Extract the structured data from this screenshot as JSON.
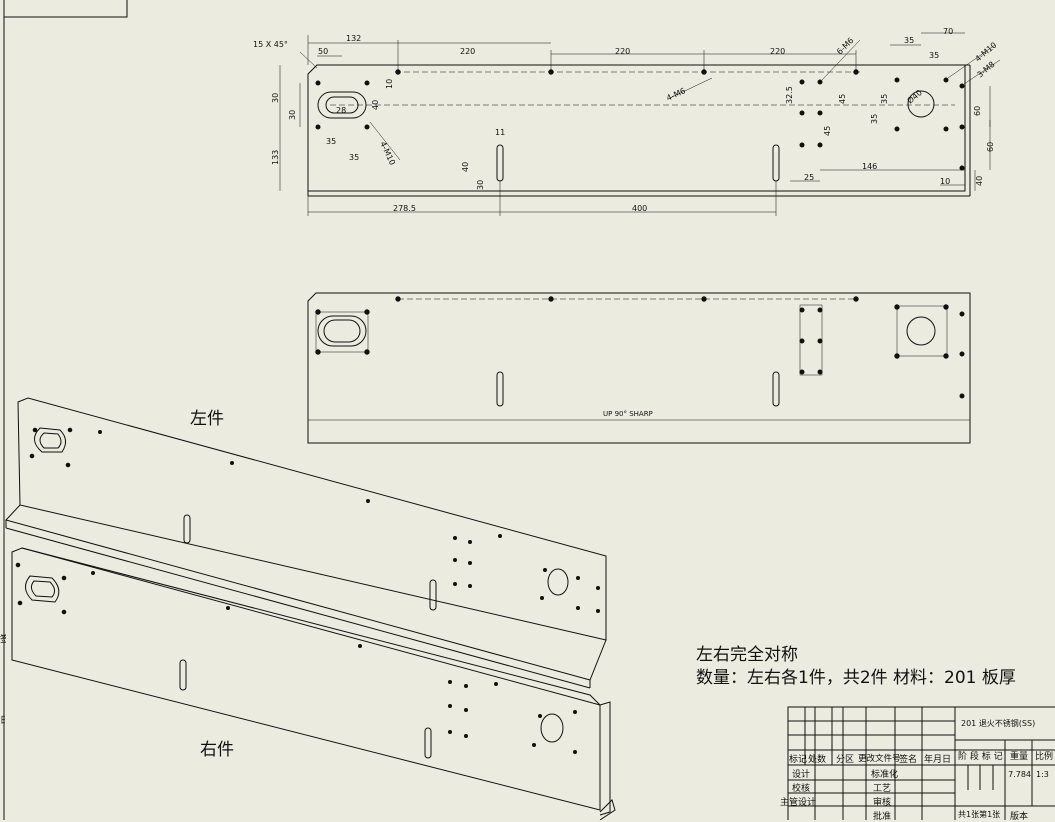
{
  "views": {
    "top_dims": {
      "chamfer": "15 X 45°",
      "d132": "132",
      "d50": "50",
      "d220a": "220",
      "d220b": "220",
      "d220c": "220",
      "m6a": "6-M6",
      "d70": "70",
      "d35a": "35",
      "d35b": "35",
      "m10a": "4-M10",
      "m8": "3-M8",
      "d30a": "30",
      "d30b": "30",
      "d10a": "10",
      "d28": "28",
      "d40": "40",
      "d133": "133",
      "d35c": "35",
      "d35d": "35",
      "m10b": "4-M10",
      "m6b": "4-M6",
      "d11": "11",
      "d40b": "40",
      "d30c": "30",
      "d325": "32.5",
      "d45a": "45",
      "d45b": "45",
      "d35e": "35",
      "d35f": "35",
      "dia40": "Ø40",
      "d146": "146",
      "d25": "25",
      "d10b": "10",
      "d40c": "40",
      "d60a": "60",
      "d60b": "60",
      "d2785": "278.5",
      "d400": "400"
    },
    "flat_note": "UP 90° SHARP"
  },
  "iso": {
    "left_label": "左件",
    "right_label": "右件"
  },
  "notes": {
    "line1": "左右完全对称",
    "line2": "数量：左右各1件，共2件 材料：201 板厚"
  },
  "title_block": {
    "material": "201 退火不锈钢(SS)",
    "stage": "阶 段 标 记",
    "weight": "重量",
    "scale": "比例",
    "weight_val": "7.784",
    "scale_val": "1:3",
    "sheet_info": "共1张第1张",
    "version": "版本",
    "header": [
      "标记",
      "处数",
      "分区",
      "更改文件号",
      "签名",
      "年月日"
    ],
    "design": "设计",
    "check": "校核",
    "main_design": "主管设计",
    "standard": "标准化",
    "process": "工艺",
    "review": "审核",
    "approve": "批准"
  },
  "left_fragments": {
    "a": "签记",
    "b": "日期"
  }
}
